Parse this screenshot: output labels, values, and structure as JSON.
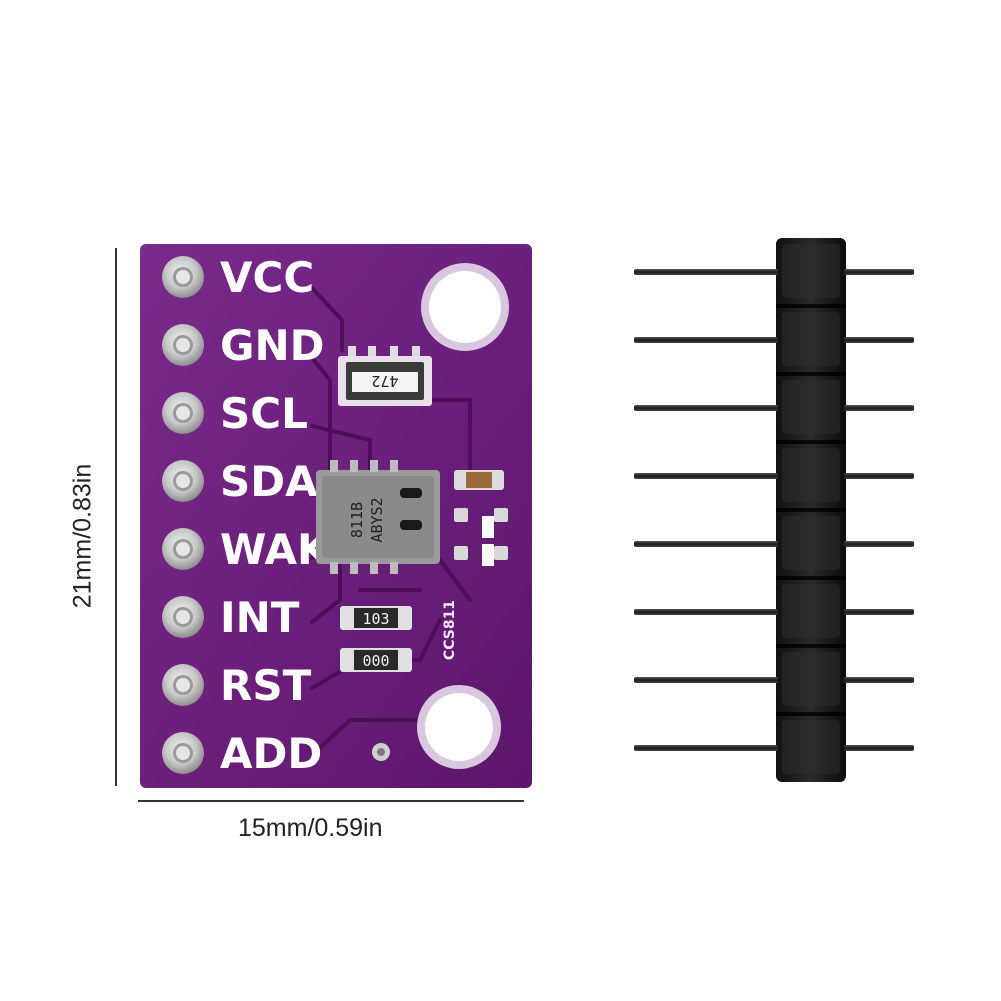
{
  "dimensions": {
    "width": "15mm/0.59in",
    "height": "21mm/0.83in"
  },
  "board": {
    "color": "#6a1f7a",
    "pins": [
      "VCC",
      "GND",
      "SCL",
      "SDA",
      "WAK",
      "INT",
      "RST",
      "ADD"
    ],
    "resistor_array_code": "472",
    "resistor_codes": [
      "103",
      "000"
    ],
    "sensor_marking_lines": [
      "811B",
      "ABYS2"
    ],
    "vertical_silkscreen": "CCS811"
  },
  "header": {
    "pin_count": 8
  }
}
